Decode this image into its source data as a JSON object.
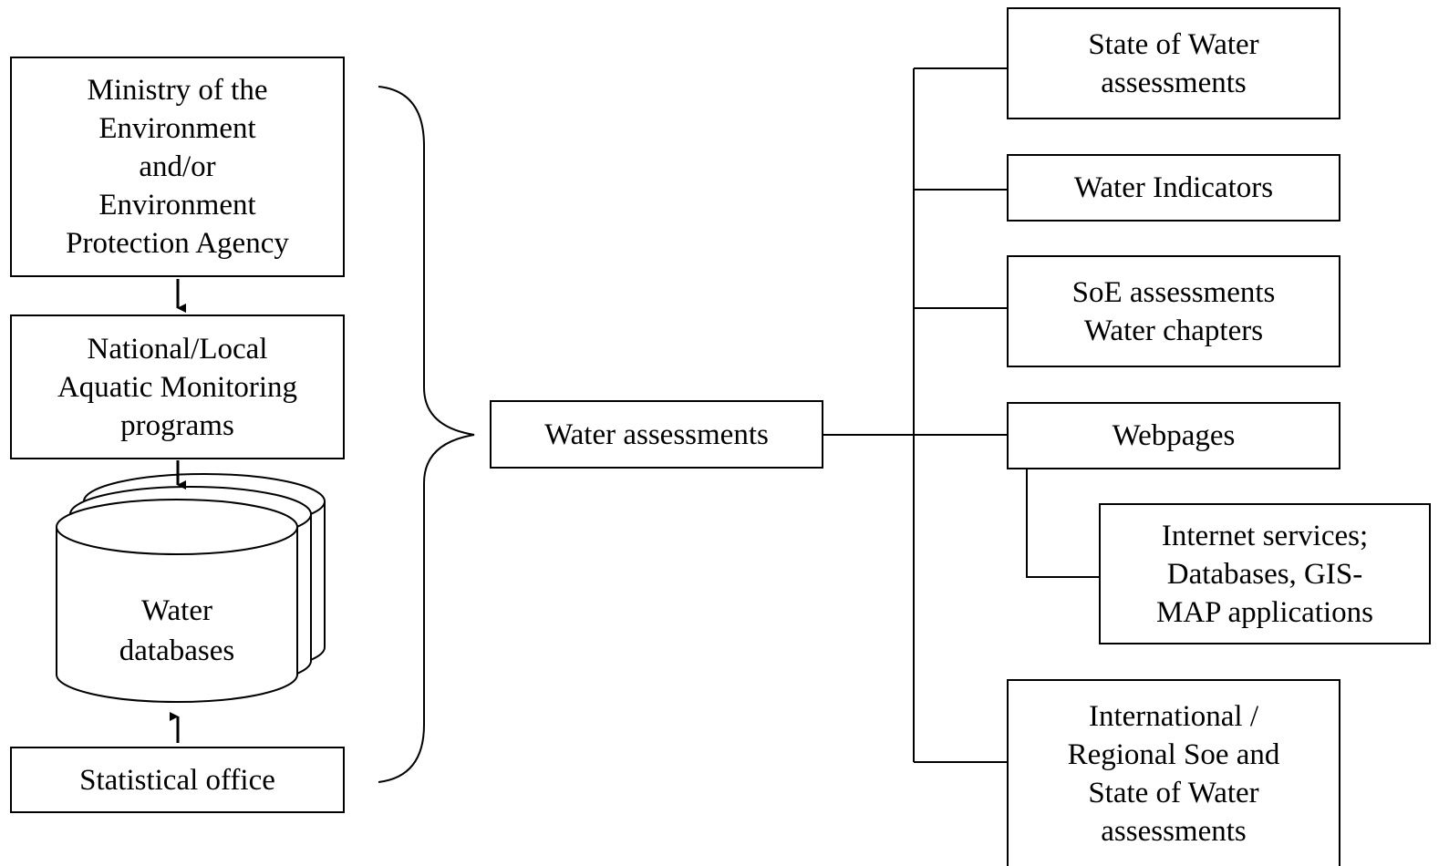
{
  "colors": {
    "line": "#000000",
    "fill": "#ffffff"
  },
  "sources": {
    "ministry": [
      "Ministry of the",
      "Environment",
      "and/or",
      "Environment",
      "Protection Agency"
    ],
    "monitoring": [
      "National/Local",
      "Aquatic Monitoring",
      "programs"
    ],
    "databases": [
      "Water",
      "databases"
    ],
    "statistical_office": "Statistical office"
  },
  "hub": "Water assessments",
  "outputs": {
    "state_of_water": [
      "State of Water",
      "assessments"
    ],
    "water_indicators": "Water Indicators",
    "soe_assessments": [
      "SoE assessments",
      "Water chapters"
    ],
    "webpages": "Webpages",
    "internet_services": [
      "Internet services;",
      "Databases, GIS-",
      "MAP applications"
    ],
    "international": [
      "International /",
      "Regional Soe and",
      "State of Water",
      "assessments"
    ]
  }
}
